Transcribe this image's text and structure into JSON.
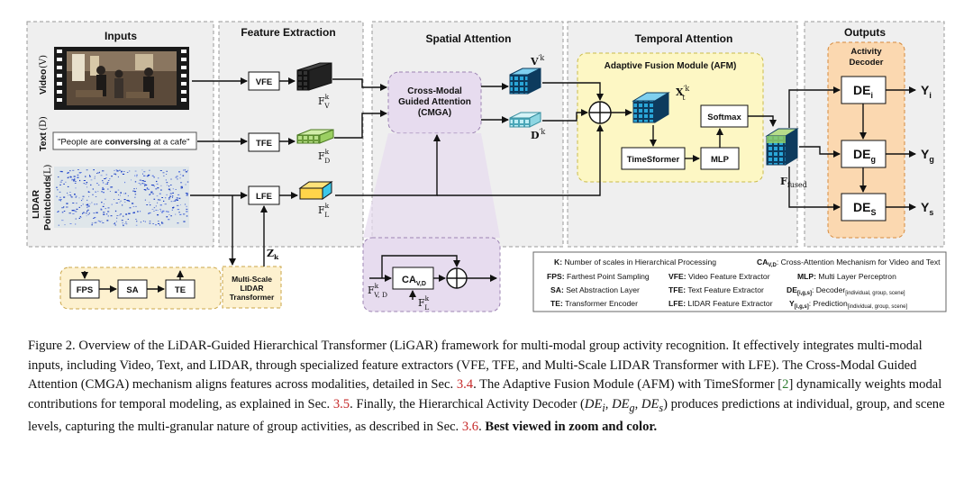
{
  "sections": {
    "inputs": "Inputs",
    "feature_extraction": "Feature Extraction",
    "spatial_attention": "Spatial Attention",
    "temporal_attention": "Temporal Attention",
    "outputs": "Outputs"
  },
  "inputs": {
    "video_label": "Video",
    "video_sym": "(V)",
    "text_label": "Text",
    "text_sym": "(D)",
    "lidar_label": "LIDAR",
    "pointclouds_label": "Pointclouds",
    "lidar_sym": "(L)",
    "text_quote_pre": "\"People are ",
    "text_quote_bold": "conversing",
    "text_quote_post": " at a cafe\""
  },
  "extractors": {
    "vfe": "VFE",
    "tfe": "TFE",
    "lfe": "LFE"
  },
  "features": {
    "fv": "F",
    "fd": "F",
    "fl": "F",
    "sup": "k",
    "sub_v": "V",
    "sub_d": "D",
    "sub_l": "L",
    "zk": "Z",
    "zk_sub": "k"
  },
  "lidar_transformer": {
    "line1": "Multi-Scale",
    "line2": "LIDAR",
    "line3": "Transformer",
    "fps": "FPS",
    "sa": "SA",
    "te": "TE"
  },
  "cmga": {
    "line1": "Cross-Modal",
    "line2": "Guided Attention",
    "line3": "(CMGA)"
  },
  "ca_block": {
    "label": "CA",
    "sub": "V,D",
    "input_f": "F",
    "input_sup": "k",
    "input_sub": "V, D",
    "lidar_f": "F",
    "lidar_sup": "k",
    "lidar_sub": "L"
  },
  "spatial_out": {
    "v": "V",
    "v_sup": "′k",
    "d": "D",
    "d_sup": "′k"
  },
  "afm": {
    "title": "Adaptive Fusion Module (AFM)",
    "x": "X",
    "x_sup": "′k",
    "x_sub": "t",
    "softmax": "Softmax",
    "timesformer": "TimeSformer",
    "mlp": "MLP"
  },
  "fused": {
    "f": "F",
    "sub": "fused"
  },
  "decoder": {
    "title_line1": "Activity",
    "title_line2": "Decoder",
    "de": "DE",
    "de_i": "i",
    "de_g": "g",
    "de_s": "S",
    "y": "Y",
    "y_i": "i",
    "y_g": "g",
    "y_s": "s"
  },
  "legend": {
    "k_key": "K:",
    "k_text": " Number of scales in Hierarchical Processing",
    "ca_key": "CA",
    "ca_sub": "V,D",
    "ca_text": ": Cross-Attention Mechanism for Video and Text",
    "fps_key": "FPS:",
    "fps_text": " Farthest Point Sampling",
    "vfe_key": "VFE:",
    "vfe_text": " Video Feature Extractor",
    "mlp_key": "MLP:",
    "mlp_text": " Multi Layer Perceptron",
    "sa_key": "SA:",
    "sa_text": " Set Abstraction Layer",
    "tfe_key": "TFE:",
    "tfe_text": " Text Feature Extractor",
    "de_key": "DE",
    "de_sub": "[i,g,s]",
    "de_text": ": Decoder",
    "de_text_sub": "[individual, group, scene]",
    "te_key": "TE:",
    "te_text": " Transformer Encoder",
    "lfe_key": "LFE:",
    "lfe_text": " LIDAR Feature Extractor",
    "y_key": "Y",
    "y_sub": "[i,g,s]",
    "y_text": ": Prediction",
    "y_text_sub": "[individual, group, scene]"
  },
  "caption": {
    "p1": "Figure 2. Overview of the LiDAR-Guided Hierarchical Transformer (LiGAR) framework for multi-modal group activity recognition. It effectively integrates multi-modal inputs, including Video, Text, and LIDAR, through specialized feature extractors (VFE, TFE, and Multi-Scale LIDAR Transformer with LFE). The Cross-Modal Guided Attention (CMGA) mechanism aligns features across modalities, detailed in Sec. ",
    "ref1": "3.4",
    "p2": ". The Adaptive Fusion Module (AFM) with TimeSformer [",
    "ref2": "2",
    "p3": "] dynamically weights modal contributions for temporal modeling, as explained in Sec. ",
    "ref3": "3.5",
    "p4": ". Finally, the Hierarchical Activity Decoder (",
    "m1": "DE",
    "m1s": "i",
    "sep1": ", ",
    "m2": "DE",
    "m2s": "g",
    "sep2": ", ",
    "m3": "DE",
    "m3s": "s",
    "p5": ") produces predictions at individual, group, and scene levels, capturing the multi-granular nature of group activities, as described in Sec. ",
    "ref4": "3.6",
    "p6": ". ",
    "bold": "Best viewed in zoom and color."
  }
}
